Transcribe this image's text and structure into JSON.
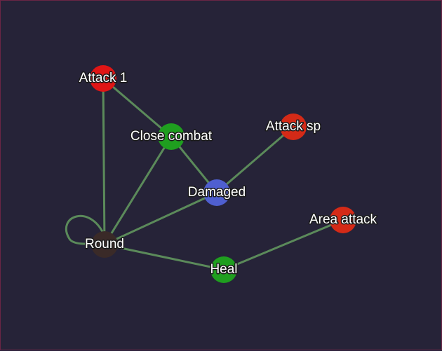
{
  "graph": {
    "background": "#262338",
    "edge_color": "#5b8a5a",
    "nodes": [
      {
        "id": "attack1",
        "label": "Attack 1",
        "color": "#e01515"
      },
      {
        "id": "close_combat",
        "label": "Close combat",
        "color": "#1f9e1f"
      },
      {
        "id": "attack_sp",
        "label": "Attack sp",
        "color": "#d42a17"
      },
      {
        "id": "damaged",
        "label": "Damaged",
        "color": "#4f5fd0"
      },
      {
        "id": "area_attack",
        "label": "Area attack",
        "color": "#d42a17"
      },
      {
        "id": "round",
        "label": "Round",
        "color": "#3a2a28"
      },
      {
        "id": "heal",
        "label": "Heal",
        "color": "#1f9e1f"
      }
    ],
    "edges": [
      {
        "from": "attack1",
        "to": "close_combat"
      },
      {
        "from": "attack1",
        "to": "round"
      },
      {
        "from": "close_combat",
        "to": "damaged"
      },
      {
        "from": "close_combat",
        "to": "round"
      },
      {
        "from": "attack_sp",
        "to": "damaged"
      },
      {
        "from": "damaged",
        "to": "round"
      },
      {
        "from": "round",
        "to": "heal"
      },
      {
        "from": "heal",
        "to": "area_attack"
      },
      {
        "from": "round",
        "to": "round"
      }
    ]
  }
}
